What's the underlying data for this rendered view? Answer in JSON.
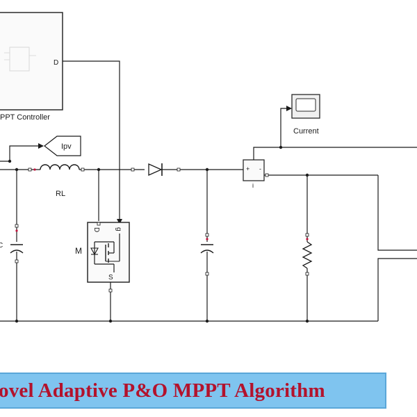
{
  "controller_block": {
    "name": "PPT Controller",
    "output_port": "D"
  },
  "scope": {
    "name": "Current"
  },
  "goto_tag": {
    "label": "Ipv"
  },
  "inductor": {
    "name": "RL"
  },
  "mosfet": {
    "name": "M",
    "gate_port": "g",
    "drain_port": "D",
    "source_port": "S"
  },
  "current_sensor": {
    "plus": "+",
    "minus": "-",
    "measure_port": "i"
  },
  "capacitor_in": {
    "name": "C"
  },
  "banner": {
    "text": "ovel Adaptive P&O MPPT Algorithm"
  },
  "colors": {
    "wire": "#1a1a1a",
    "port_dot": "#c0143c",
    "banner_bg": "#7fc4ef",
    "banner_text": "#b3122c"
  }
}
